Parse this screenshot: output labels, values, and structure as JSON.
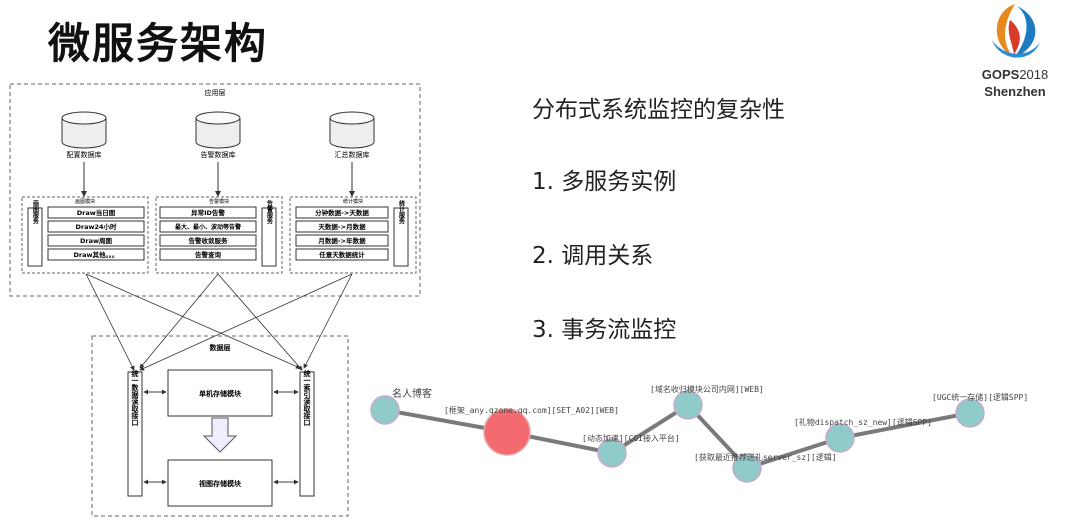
{
  "slide": {
    "title": "微服务架构"
  },
  "logo": {
    "line1_brand": "GOPS",
    "line1_year": "2018",
    "line2": "Shenzhen"
  },
  "points": {
    "heading": "分布式系统监控的复杂性",
    "items": [
      "1.  多服务实例",
      "2.  调用关系",
      "3.  事务流监控"
    ]
  },
  "architecture": {
    "app_layer_label": "应用层",
    "databases": [
      "配置数据库",
      "告警数据库",
      "汇总数据库"
    ],
    "modules": [
      {
        "title": "画图模块",
        "side": "画图服务",
        "items": [
          "Draw当日图",
          "Draw24小时",
          "Draw周图",
          "Draw其他。。。"
        ]
      },
      {
        "title": "告警模块",
        "side": "告警服务",
        "items": [
          "异常ID告警",
          "最大、最小、波动等告警",
          "告警收敛服务",
          "告警查询"
        ]
      },
      {
        "title": "统计模块",
        "side": "统计服务",
        "items": [
          "分钟数据->天数据",
          "天数据->月数据",
          "月数据->年数据",
          "任意天数据统计"
        ]
      }
    ],
    "data_layer_label": "数据层",
    "left_interface": "统一数据读取接口",
    "right_interface": "统一索引读取接口",
    "storage_single": "单机存储模块",
    "storage_view": "视图存储模块"
  },
  "trace_graph": {
    "node_labels": [
      "名人博客",
      "[框架_any.qzone.qq.com][SET_A02][WEB]",
      "[动态加速][CGI接入平台]",
      "[域名收归模块公司内网][WEB]",
      "[获取最近推荐送礼server_sz][逻辑]",
      "[礼物dispatch_sz_new][逻辑SPP]",
      "[UGC统一存储][逻辑SPP]"
    ]
  }
}
